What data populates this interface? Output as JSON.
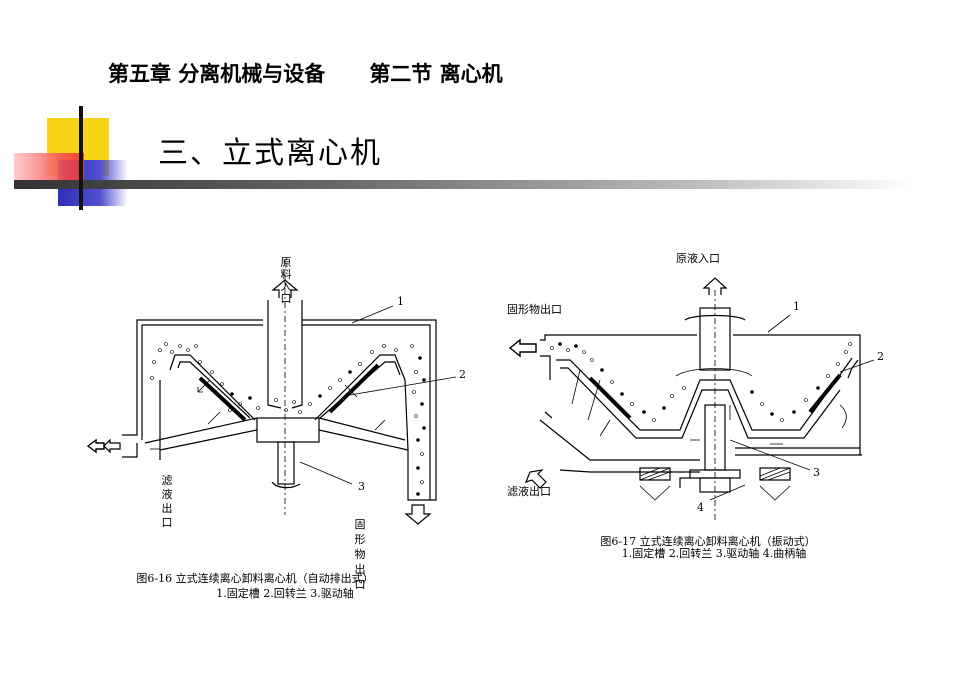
{
  "header": {
    "chapter": "第五章 分离机械与设备",
    "section": "第二节 离心机"
  },
  "title": "三、立式离心机",
  "colors": {
    "yellow": "#f7d417",
    "red": "#f24a4a",
    "blue": "#3a3ac2"
  },
  "fig16": {
    "feed_label": "原料入口",
    "filtrate_label": "滤液出口",
    "solid_label": "固形物出口",
    "num1": "1",
    "num2": "2",
    "num3": "3",
    "caption": "图6-16 立式连续离心卸料离心机（自动排出式）",
    "parts": "1.固定槽  2.回转兰  3.驱动轴"
  },
  "fig17": {
    "feed_label": "原液入口",
    "solid_label": "固形物出口",
    "filtrate_label": "滤液出口",
    "num1": "1",
    "num2": "2",
    "num3": "3",
    "num4": "4",
    "caption": "图6-17 立式连续离心卸料离心机（振动式）",
    "parts": "1.固定槽  2.回转兰  3.驱动轴  4.曲柄轴"
  }
}
